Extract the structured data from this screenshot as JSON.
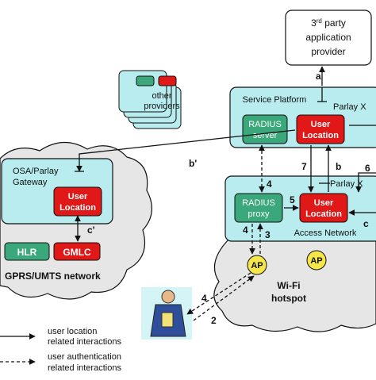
{
  "third_party": {
    "line1": "3",
    "sup": "rd",
    "line1_rest": " party",
    "line2": "application",
    "line3": "provider"
  },
  "other_providers": {
    "line1": "other",
    "line2": "providers"
  },
  "service_platform": {
    "title": "Service Platform",
    "parlay": "Parlay X",
    "radius_server": {
      "line1": "RADIUS",
      "line2": "server"
    },
    "user_location": {
      "line1": "User",
      "line2": "Location"
    }
  },
  "osa_gateway": {
    "title_line1": "OSA/Parlay",
    "title_line2": "Gateway",
    "user_location": {
      "line1": "User",
      "line2": "Location"
    }
  },
  "access_network": {
    "title": "Access Network",
    "parlay": "Parlay X",
    "radius_proxy": {
      "line1": "RADIUS",
      "line2": "proxy"
    },
    "user_location": {
      "line1": "User",
      "line2": "Location"
    }
  },
  "gprs": {
    "hlr": "HLR",
    "gmlc": "GMLC",
    "network_label": "GPRS/UMTS network"
  },
  "wifi": {
    "ap1": "AP",
    "ap2": "AP",
    "hotspot_line1": "Wi-Fi",
    "hotspot_line2": "hotspot"
  },
  "labels": {
    "a": "a",
    "b": "b",
    "b_prime": "b'",
    "c": "c",
    "c_prime": "c'",
    "n2": "2",
    "n3": "3",
    "n4_top": "4",
    "n4_mid": "4",
    "n4_bot": "4",
    "n5": "5",
    "n6": "6",
    "n7": "7"
  },
  "legend": {
    "solid_line1": "user location",
    "solid_line2": "related interactions",
    "dashed_line1": "user authentication",
    "dashed_line2": "related interactions"
  },
  "colors": {
    "teal_fill": "#b8ecef",
    "green_box": "#3aa87a",
    "red_box": "#e01818",
    "cloud_fill": "#e6e6e6"
  }
}
